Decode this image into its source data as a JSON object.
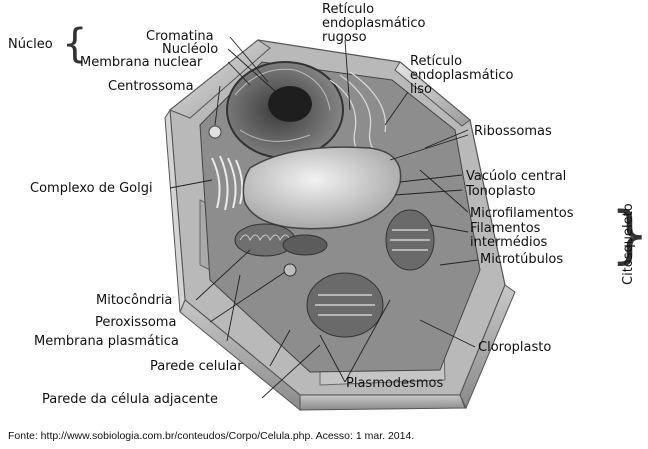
{
  "labels": {
    "nucleo": "Núcleo",
    "cromatina": "Cromatina",
    "nucleolo": "Nucléolo",
    "membrana_nuclear": "Membrana nuclear",
    "centrossoma": "Centrossoma",
    "golgi": "Complexo de Golgi",
    "reticulo_rugoso": [
      "Retículo",
      "endoplasmático",
      "rugoso"
    ],
    "reticulo_liso": [
      "Retículo",
      "endoplasmático",
      "liso"
    ],
    "ribossomas": "Ribossomas",
    "vacuolo": "Vacúolo central",
    "tonoplasto": "Tonoplasto",
    "microfilamentos": "Microfilamentos",
    "filamentos": [
      "Filamentos",
      "intermédios"
    ],
    "microtubulos": "Microtúbulos",
    "citosqueleto": "Citosqueleto",
    "mitocondria": "Mitocôndria",
    "peroxissoma": "Peroxissoma",
    "membrana_plasmatica": "Membrana plasmática",
    "parede_celular": "Parede celular",
    "parede_adjacente": "Parede da célula adjacente",
    "cloroplasto": "Cloroplasto",
    "plasmodesmos": "Plasmodesmos"
  },
  "source": "Fonte: http://www.sobiologia.com.br/conteudos/Corpo/Celula.php. Acesso: 1 mar. 2014."
}
